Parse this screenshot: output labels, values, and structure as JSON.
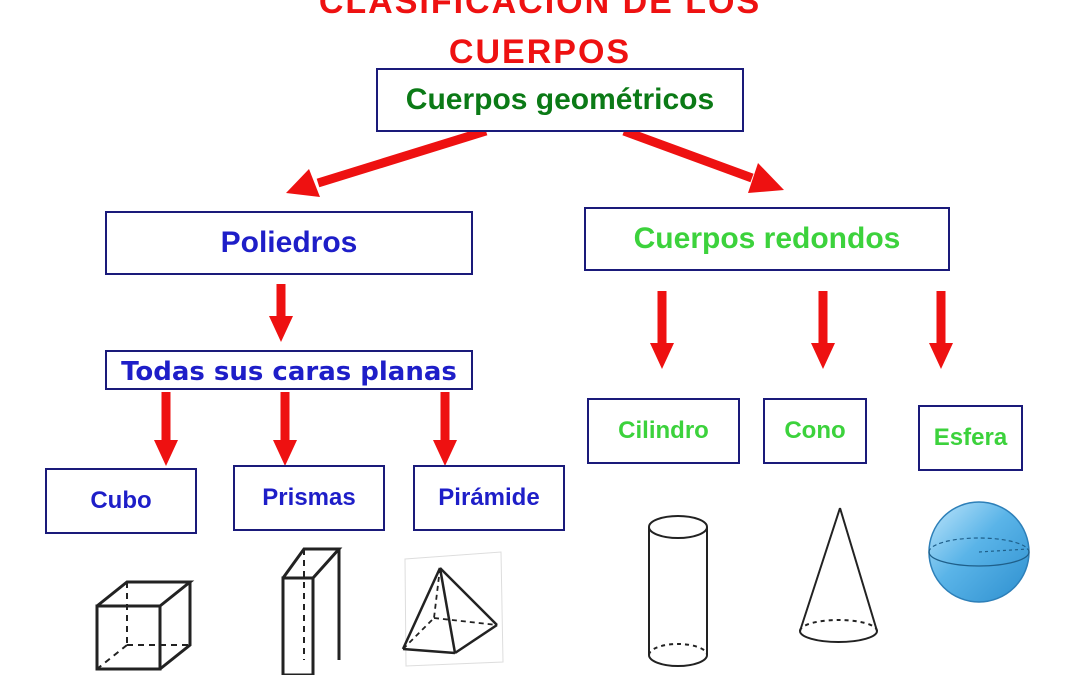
{
  "title": {
    "line1": "CLASIFICACION DE LOS",
    "line2": "CUERPOS"
  },
  "nodes": {
    "root": "Cuerpos geométricos",
    "poliedros": "Poliedros",
    "redondos": "Cuerpos redondos",
    "caras_planas": "Todas sus caras planas",
    "cubo": "Cubo",
    "prismas": "Prismas",
    "piramide": "Pirámide",
    "cilindro": "Cilindro",
    "cono": "Cono",
    "esfera": "Esfera"
  },
  "colors": {
    "title": "#ee1111",
    "arrow": "#ee1111",
    "box_border": "#1a1a7a",
    "root_text": "#0b7a16",
    "poliedros_text": "#1e1ec8",
    "redondos_text": "#3cd23c",
    "sphere": "#5ab4e8"
  },
  "shapes": [
    "cube-icon",
    "prism-icon",
    "pyramid-icon",
    "cylinder-icon",
    "cone-icon",
    "sphere-icon"
  ]
}
